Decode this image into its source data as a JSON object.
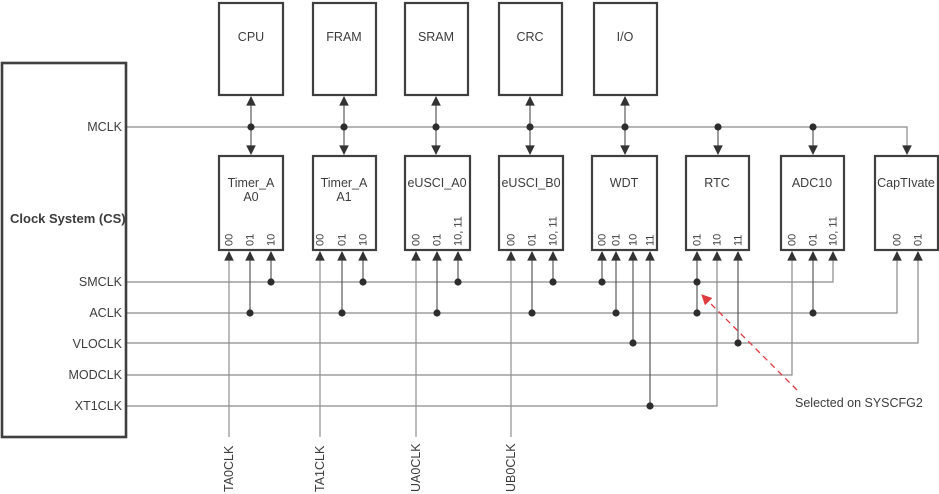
{
  "clock_system": {
    "label": "Clock System (CS)"
  },
  "clock_outputs": [
    {
      "label": "MCLK"
    },
    {
      "label": "SMCLK"
    },
    {
      "label": "ACLK"
    },
    {
      "label": "VLOCLK"
    },
    {
      "label": "MODCLK"
    },
    {
      "label": "XT1CLK"
    }
  ],
  "top_blocks": [
    {
      "label": "CPU"
    },
    {
      "label": "FRAM"
    },
    {
      "label": "SRAM"
    },
    {
      "label": "CRC"
    },
    {
      "label": "I/O"
    }
  ],
  "peripherals": [
    {
      "name": "Timer_A A0",
      "line1": "Timer_A",
      "line2": "A0",
      "selectors": [
        "00",
        "01",
        "10"
      ],
      "sources": [
        "TA0CLK",
        "ACLK",
        "SMCLK"
      ]
    },
    {
      "name": "Timer_A A1",
      "line1": "Timer_A",
      "line2": "A1",
      "selectors": [
        "00",
        "01",
        "10"
      ],
      "sources": [
        "TA1CLK",
        "ACLK",
        "SMCLK"
      ]
    },
    {
      "name": "eUSCI_A0",
      "line1": "eUSCI_A0",
      "selectors": [
        "00",
        "01",
        "10, 11"
      ],
      "sources": [
        "UA0CLK",
        "ACLK",
        "SMCLK"
      ]
    },
    {
      "name": "eUSCI_B0",
      "line1": "eUSCI_B0",
      "selectors": [
        "00",
        "01",
        "10, 11"
      ],
      "sources": [
        "UB0CLK",
        "ACLK",
        "SMCLK"
      ]
    },
    {
      "name": "WDT",
      "line1": "WDT",
      "selectors": [
        "00",
        "01",
        "10",
        "11"
      ],
      "sources": [
        "SMCLK",
        "ACLK",
        "VLOCLK",
        "XT1CLK"
      ]
    },
    {
      "name": "RTC",
      "line1": "RTC",
      "selectors": [
        "01",
        "10",
        "11"
      ],
      "sources": [
        "SMCLK/ACLK selected on SYSCFG2",
        "XT1CLK",
        "VLOCLK"
      ]
    },
    {
      "name": "ADC10",
      "line1": "ADC10",
      "selectors": [
        "00",
        "01",
        "10, 11"
      ],
      "sources": [
        "MODCLK",
        "ACLK",
        "SMCLK"
      ]
    },
    {
      "name": "CapTIvate",
      "line1": "CapTIvate",
      "selectors": [
        "00",
        "01"
      ],
      "sources": [
        "ACLK",
        "VLOCLK"
      ]
    }
  ],
  "external_inputs": [
    {
      "label": "TA0CLK"
    },
    {
      "label": "TA1CLK"
    },
    {
      "label": "UA0CLK"
    },
    {
      "label": "UB0CLK"
    }
  ],
  "annotation": {
    "label": "Selected on SYSCFG2"
  },
  "mclk_connections": [
    "CPU",
    "FRAM",
    "SRAM",
    "CRC",
    "I/O",
    "Timer_A A0",
    "Timer_A A1",
    "eUSCI_A0",
    "eUSCI_B0",
    "WDT",
    "RTC",
    "ADC10",
    "CapTIvate"
  ],
  "colors": {
    "line_gray": "#8a8a8a",
    "line_dark": "#595959",
    "box_stroke": "#3f3f3f",
    "text": "#3c3c3c",
    "junction_dot": "#2d2d2d",
    "annotation_red": "#e0393e"
  }
}
